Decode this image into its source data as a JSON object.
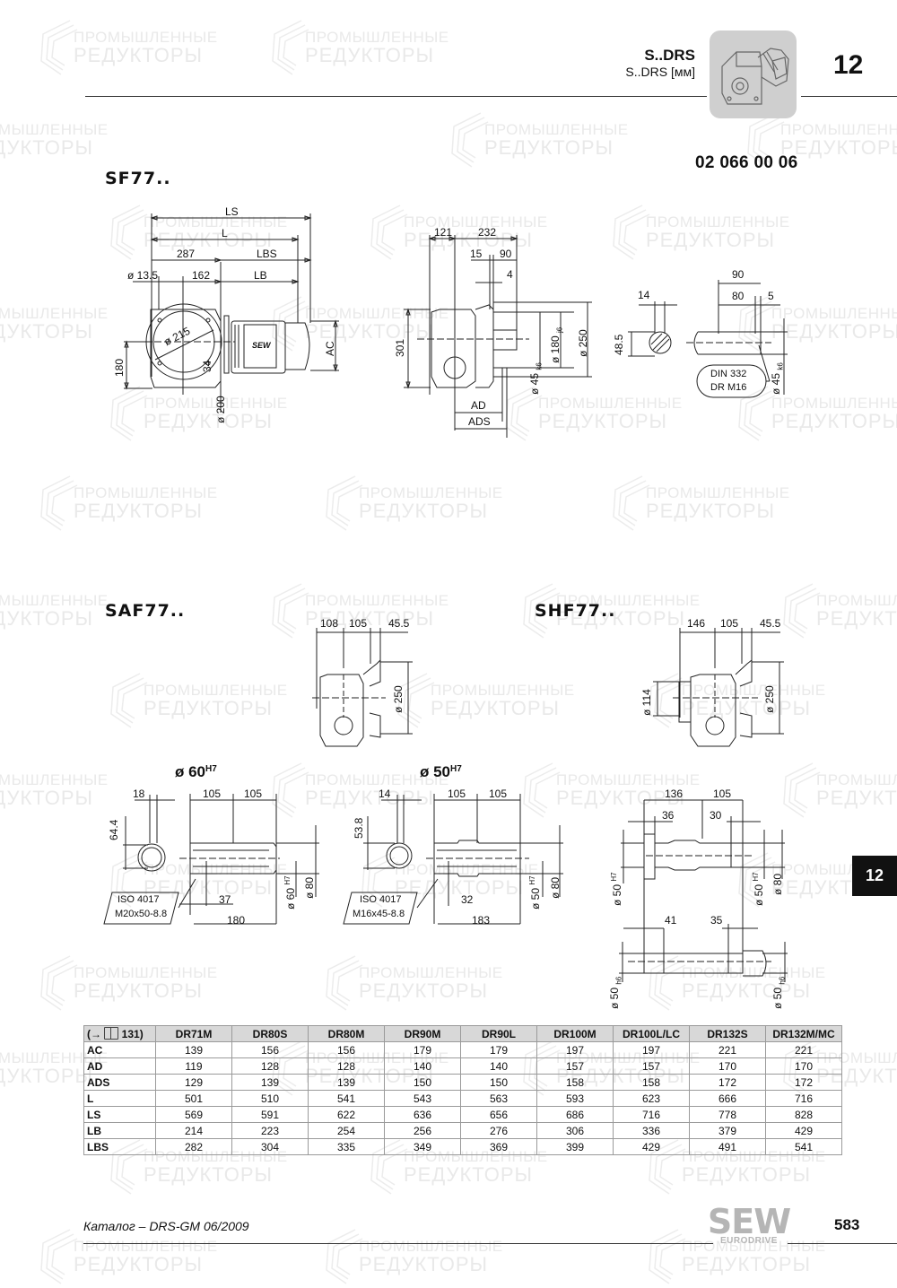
{
  "header": {
    "title": "S..DRS",
    "subtitle": "S..DRS [мм]",
    "chapter_number": "12",
    "product_icon": "helical-worm-gearmotor-icon",
    "drawing_code": "02 066 00 06"
  },
  "watermark": {
    "line1": "ПРОМЫШЛЕННЫЕ",
    "line2": "РЕДУКТОРЫ"
  },
  "sf77": {
    "title": "SF77..",
    "side_view": {
      "LS": "LS",
      "L": "L",
      "d287": "287",
      "LBS": "LBS",
      "d13_5": "ø 13.5",
      "d162": "162",
      "LB": "LB",
      "d180": "180",
      "d215": "ø 215",
      "d34": "34",
      "d200": "ø 200",
      "AC": "AC",
      "motor_label": "SEW"
    },
    "front_view": {
      "d121": "121",
      "d232": "232",
      "d15": "15",
      "d90": "90",
      "d4": "4",
      "d301": "301",
      "d180j6": "ø 180",
      "j6": "j6",
      "d250": "ø 250",
      "d45k6": "ø 45",
      "k6": "k6",
      "AD": "AD",
      "ADS": "ADS"
    },
    "shaft_detail": {
      "d14": "14",
      "d48_5": "48.5",
      "d90": "90",
      "d80": "80",
      "d5": "5",
      "d45k6": "ø 45",
      "k6": "k6",
      "note_line1": "DIN 332",
      "note_line2": "DR M16"
    }
  },
  "saf77": {
    "title": "SAF77..",
    "d108": "108",
    "d105": "105",
    "d45_5": "45.5",
    "d250": "ø 250",
    "bore_title": "ø 60",
    "bore_tol": "H7",
    "d18": "18",
    "d64_4": "64.4",
    "d105a": "105",
    "d105b": "105",
    "d37": "37",
    "d180": "180",
    "d60h7": "ø 60",
    "h7": "H7",
    "d80": "ø 80",
    "note_line1": "ISO 4017",
    "note_line2": "M20x50-8.8"
  },
  "saf77_50": {
    "bore_title": "ø 50",
    "bore_tol": "H7",
    "d14": "14",
    "d53_8": "53.8",
    "d105a": "105",
    "d105b": "105",
    "d32": "32",
    "d183": "183",
    "d50h7": "ø 50",
    "h7": "H7",
    "d80": "ø 80",
    "note_line1": "ISO 4017",
    "note_line2": "M16x45-8.8"
  },
  "shf77": {
    "title": "SHF77..",
    "d146": "146",
    "d105": "105",
    "d45_5": "45.5",
    "d114": "ø 114",
    "d250": "ø 250",
    "d136": "136",
    "d105b": "105",
    "d36": "36",
    "d30": "30",
    "d50h7_left": "ø 50",
    "d50h7_right": "ø 50",
    "h7": "H7",
    "d80": "ø 80",
    "d41": "41",
    "d35": "35",
    "d50h6_left": "ø 50",
    "d50h6_right": "ø 50",
    "h6": "h6"
  },
  "side_tab": {
    "label": "12"
  },
  "table": {
    "ref_label": "(→ ",
    "ref_icon": "book-icon",
    "ref_page": " 131)",
    "columns": [
      "DR71M",
      "DR80S",
      "DR80M",
      "DR90M",
      "DR90L",
      "DR100M",
      "DR100L/LC",
      "DR132S",
      "DR132M/MC"
    ],
    "rows": [
      {
        "label": "AC",
        "values": [
          "139",
          "156",
          "156",
          "179",
          "179",
          "197",
          "197",
          "221",
          "221"
        ]
      },
      {
        "label": "AD",
        "values": [
          "119",
          "128",
          "128",
          "140",
          "140",
          "157",
          "157",
          "170",
          "170"
        ]
      },
      {
        "label": "ADS",
        "values": [
          "129",
          "139",
          "139",
          "150",
          "150",
          "158",
          "158",
          "172",
          "172"
        ]
      },
      {
        "label": "L",
        "values": [
          "501",
          "510",
          "541",
          "543",
          "563",
          "593",
          "623",
          "666",
          "716"
        ]
      },
      {
        "label": "LS",
        "values": [
          "569",
          "591",
          "622",
          "636",
          "656",
          "686",
          "716",
          "778",
          "828"
        ]
      },
      {
        "label": "LB",
        "values": [
          "214",
          "223",
          "254",
          "256",
          "276",
          "306",
          "336",
          "379",
          "429"
        ]
      },
      {
        "label": "LBS",
        "values": [
          "282",
          "304",
          "335",
          "349",
          "369",
          "399",
          "429",
          "491",
          "541"
        ]
      }
    ]
  },
  "footer": {
    "catalog": "Каталог – DRS-GM 06/2009",
    "logo_main": "SEW",
    "logo_sub": "EURODRIVE",
    "page_number": "583"
  }
}
